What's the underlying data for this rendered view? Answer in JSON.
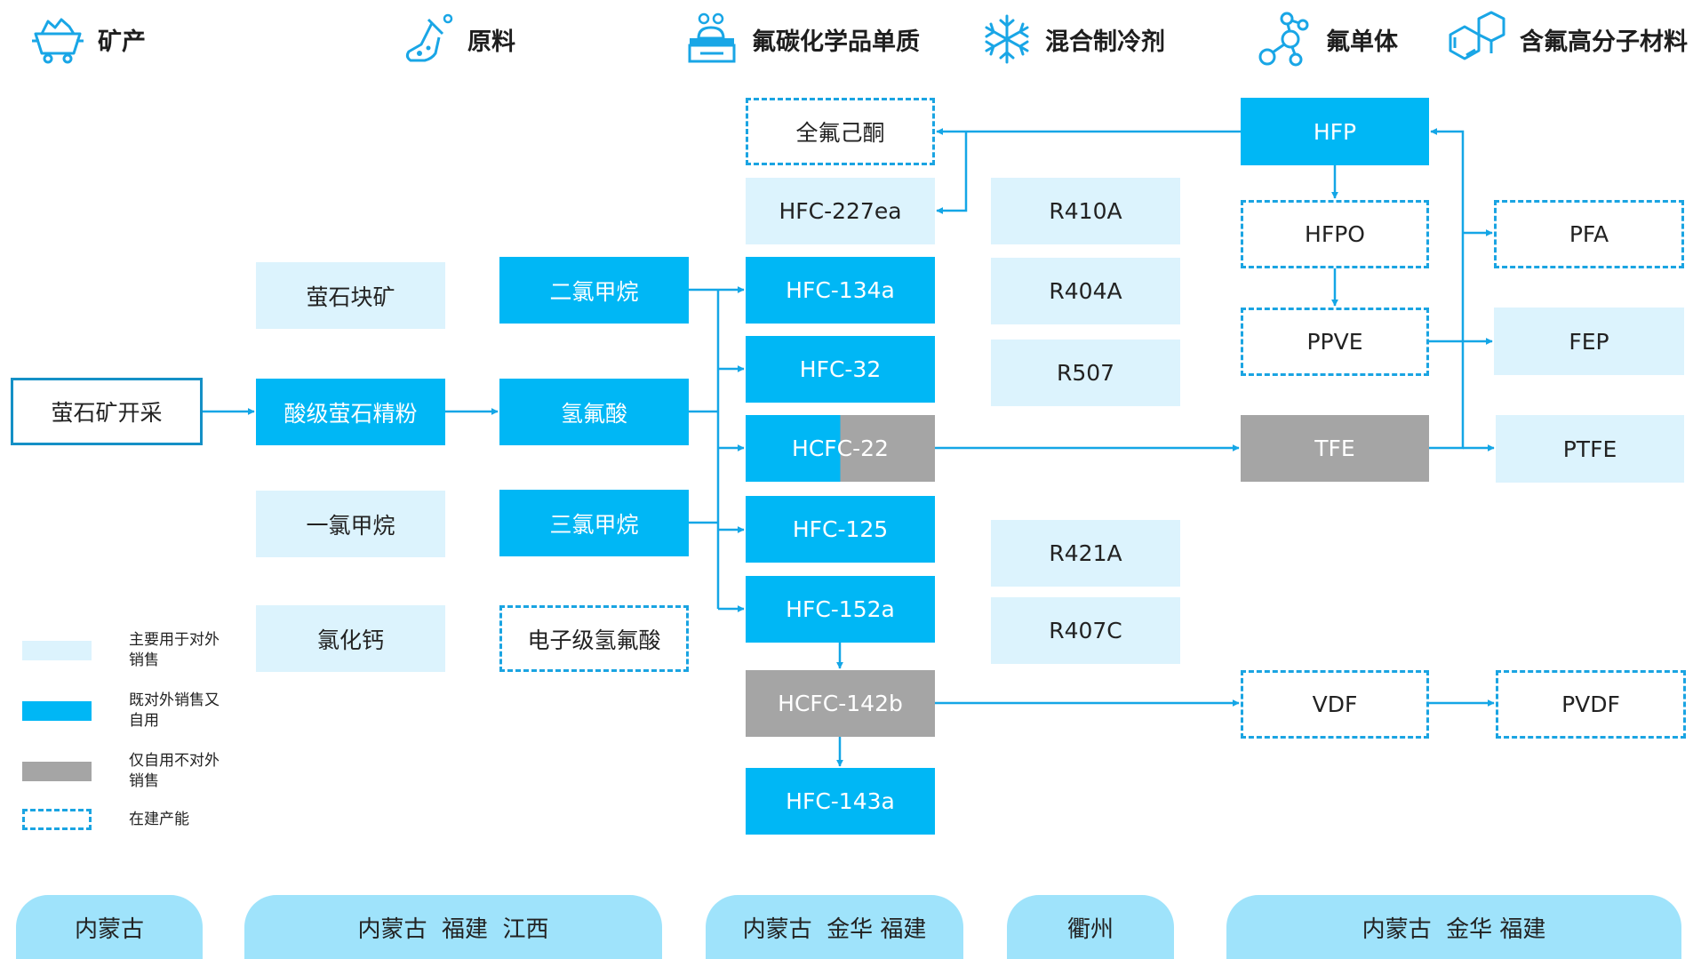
{
  "headers": [
    {
      "id": "mining",
      "icon": "mine-cart-icon",
      "label": "矿产"
    },
    {
      "id": "raw",
      "icon": "flask-icon",
      "label": "原料"
    },
    {
      "id": "fluorocarbon",
      "icon": "lab-beaker-icon",
      "label": "氟碳化学品单质"
    },
    {
      "id": "refrigerant",
      "icon": "snowflake-icon",
      "label": "混合制冷剂"
    },
    {
      "id": "monomer",
      "icon": "molecule-icon",
      "label": "氟单体"
    },
    {
      "id": "polymer",
      "icon": "benzene-ring-icon",
      "label": "含氟高分子材料"
    }
  ],
  "nodes": {
    "mining": "萤石矿开采",
    "lump_ore": "萤石块矿",
    "acid_powder": "酸级萤石精粉",
    "chloromethane": "一氯甲烷",
    "calcium_chloride": "氯化钙",
    "dichloromethane": "二氯甲烷",
    "hf": "氢氟酸",
    "chloroform": "三氯甲烷",
    "electronic_hf": "电子级氢氟酸",
    "pfhexanone": "全氟己酮",
    "hfc227ea": "HFC-227ea",
    "hfc134a": "HFC-134a",
    "hfc32": "HFC-32",
    "hcfc22": "HCFC-22",
    "hfc125": "HFC-125",
    "hfc152a": "HFC-152a",
    "hcfc142b": "HCFC-142b",
    "hfc143a": "HFC-143a",
    "r410a": "R410A",
    "r404a": "R404A",
    "r507": "R507",
    "r421a": "R421A",
    "r407c": "R407C",
    "hfp": "HFP",
    "hfpo": "HFPO",
    "ppve": "PPVE",
    "tfe": "TFE",
    "vdf": "VDF",
    "pfa": "PFA",
    "fep": "FEP",
    "ptfe": "PTFE",
    "pvdf": "PVDF"
  },
  "legend": [
    {
      "style": "light",
      "text": "主要用于对外销售"
    },
    {
      "style": "blue",
      "text": "既对外销售又自用"
    },
    {
      "style": "gray",
      "text": "仅自用不对外销售"
    },
    {
      "style": "dashed",
      "text": "在建产能"
    }
  ],
  "locations": [
    "内蒙古",
    "内蒙古  福建  江西",
    "内蒙古  金华 福建",
    "衢州",
    "内蒙古  金华 福建"
  ],
  "colors": {
    "light": "#dcf3fd",
    "blue": "#00b7f5",
    "gray": "#a5a5a5",
    "dashed_border": "#1aa4e2",
    "arrow": "#14a6e6",
    "pill": "#9fe3fb"
  }
}
